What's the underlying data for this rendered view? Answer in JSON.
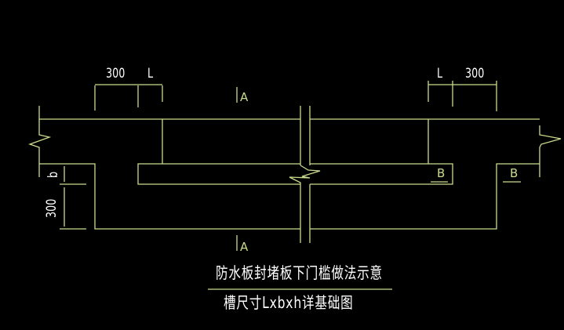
{
  "drawing": {
    "background": "#000000",
    "line_color": "#c9dc8c",
    "text_color": "#ffffff",
    "dimensions": {
      "left_300": "300",
      "left_L": "L",
      "right_L": "L",
      "right_300": "300",
      "vertical_b": "b",
      "vertical_300": "300"
    },
    "section_marks": {
      "top_A": "A",
      "bottom_A": "A",
      "inner_B": "B",
      "right_B": "B"
    },
    "title": {
      "line1": "防水板封堵板下门槛做法示意",
      "line2": "槽尺寸Lxbxh详基础图"
    }
  }
}
